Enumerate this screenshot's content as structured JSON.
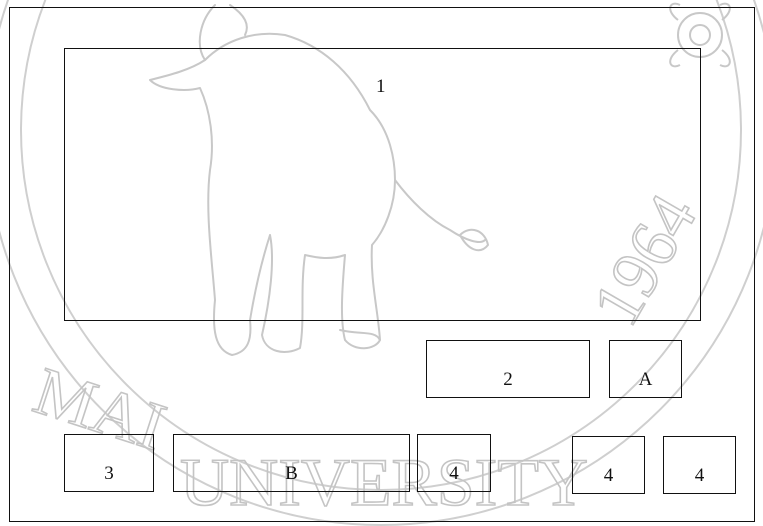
{
  "diagram": {
    "boxes": [
      {
        "id": "box-1",
        "label": "1"
      },
      {
        "id": "box-2",
        "label": "2"
      },
      {
        "id": "box-a",
        "label": "A"
      },
      {
        "id": "box-3",
        "label": "3"
      },
      {
        "id": "box-b",
        "label": "B"
      },
      {
        "id": "box-4a",
        "label": "4"
      },
      {
        "id": "box-4b",
        "label": "4"
      },
      {
        "id": "box-4c",
        "label": "4"
      }
    ]
  },
  "watermark": {
    "text": "MAI UNIVERSITY 1964",
    "color": "#c4c4c4",
    "icons": [
      "elephant-icon",
      "flower-emblem-icon"
    ]
  },
  "colors": {
    "line": "#111111",
    "background": "#ffffff"
  }
}
